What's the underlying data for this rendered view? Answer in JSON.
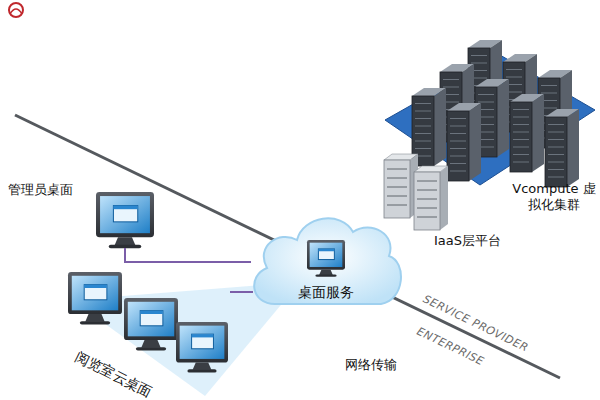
{
  "diagram": {
    "nodes": [
      {
        "text": [
          "管理员桌面"
        ]
      },
      {
        "text": [
          "阅览室云桌面"
        ]
      },
      {
        "text": [
          "桌面服务"
        ]
      },
      {
        "text": [
          "Vcompute 虚拟化集群"
        ]
      },
      {
        "text": [
          "IaaS层平台"
        ]
      }
    ],
    "edges": [
      {
        "from": 0,
        "to": 2,
        "arrow": "none"
      },
      {
        "from": 1,
        "to": 2,
        "arrow": "none"
      }
    ],
    "labels": [
      "网络传输",
      "SERVICE PROVIDER",
      "ENTERPRISE"
    ]
  }
}
